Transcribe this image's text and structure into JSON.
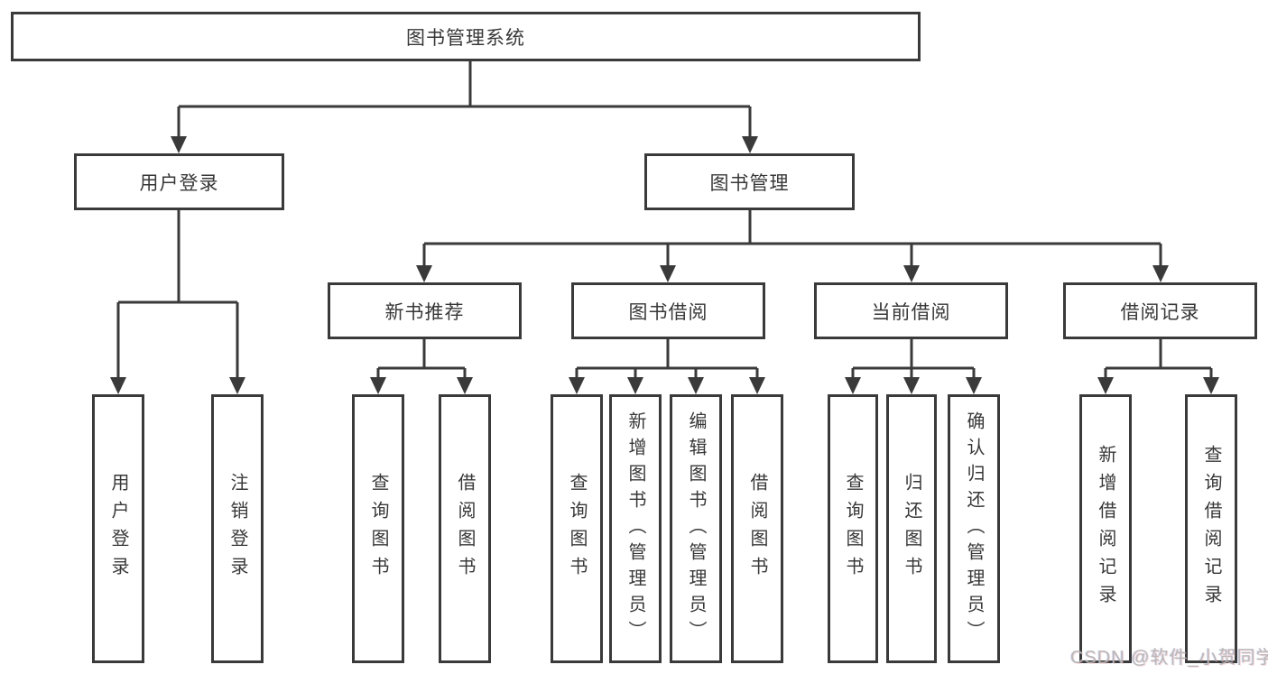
{
  "diagram": {
    "colors": {
      "line": "#3a3a3a",
      "box_border": "#3a3a3a",
      "text": "#383838",
      "watermark": "#b5b5b5"
    },
    "root": {
      "label": "图书管理系统"
    },
    "level2": [
      {
        "label": "用户登录"
      },
      {
        "label": "图书管理"
      }
    ],
    "level3": [
      {
        "label": "新书推荐"
      },
      {
        "label": "图书借阅"
      },
      {
        "label": "当前借阅"
      },
      {
        "label": "借阅记录"
      }
    ],
    "leaves": {
      "user_login": [
        {
          "label": "用户登录"
        },
        {
          "label": "注销登录"
        }
      ],
      "new_book_recommend": [
        {
          "label": "查询图书"
        },
        {
          "label": "借阅图书"
        }
      ],
      "book_borrowing": [
        {
          "label": "查询图书"
        },
        {
          "label": "新增图书（管理员）"
        },
        {
          "label": "编辑图书（管理员）"
        },
        {
          "label": "借阅图书"
        }
      ],
      "current_borrowing": [
        {
          "label": "查询图书"
        },
        {
          "label": "归还图书"
        },
        {
          "label": "确认归还（管理员）"
        }
      ],
      "borrowing_records": [
        {
          "label": "新增借阅记录"
        },
        {
          "label": "查询借阅记录"
        }
      ]
    }
  },
  "watermark": {
    "text": "CSDN @软件_小贺同学"
  }
}
